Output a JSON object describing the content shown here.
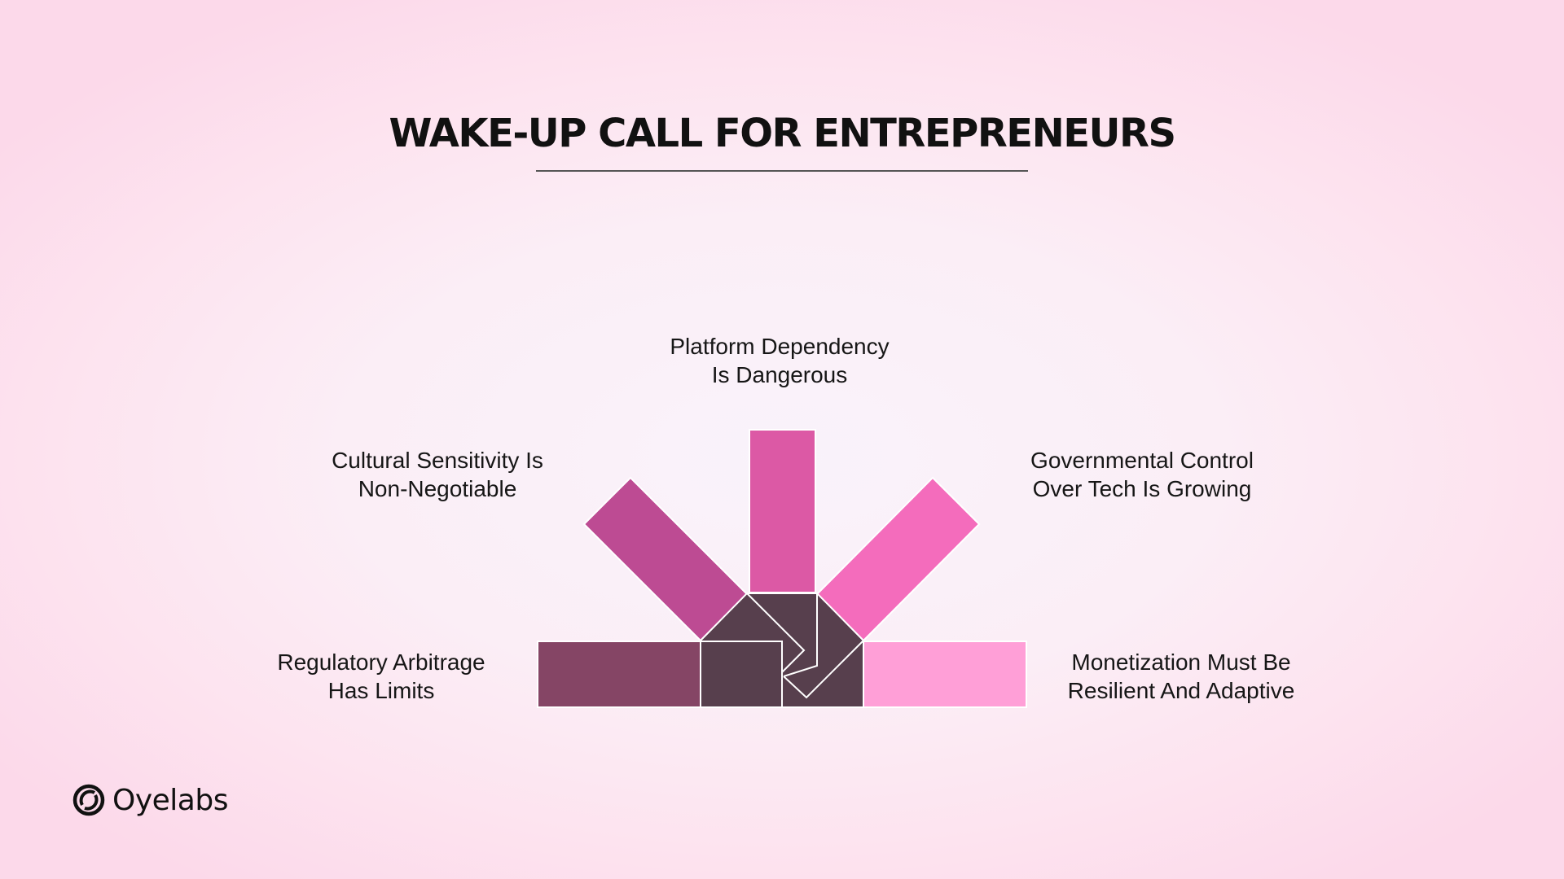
{
  "title": "WAKE-UP CALL FOR ENTREPRENEURS",
  "labels": {
    "top": [
      "Platform Dependency",
      "Is Dangerous"
    ],
    "upper_left": [
      "Cultural Sensitivity Is",
      "Non-Negotiable"
    ],
    "upper_right": [
      "Governmental Control",
      "Over Tech Is Growing"
    ],
    "lower_left": [
      "Regulatory Arbitrage",
      "Has Limits"
    ],
    "lower_right": [
      "Monetization Must Be",
      "Resilient And Adaptive"
    ]
  },
  "colors": {
    "top_bar": "#dc59a5",
    "upper_left_bar": "#bd4b93",
    "upper_right_bar": "#f46cbc",
    "lower_left_bar": "#854565",
    "lower_right_bar": "#ff9fd7",
    "center": "#573f4d"
  },
  "brand": {
    "name": "Oyelabs",
    "icon": "oyelabs-logo-icon"
  }
}
